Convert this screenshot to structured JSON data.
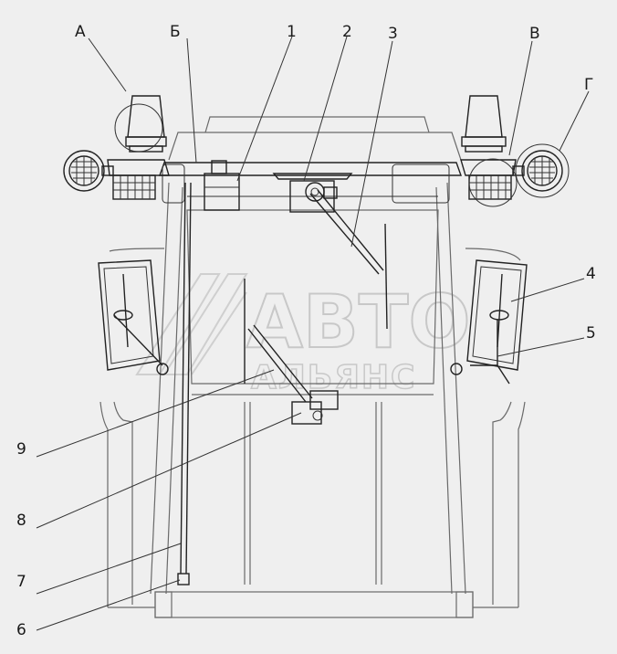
{
  "labels": {
    "A": "А",
    "B": "Б",
    "V": "В",
    "G": "Г",
    "n1": "1",
    "n2": "2",
    "n3": "3",
    "n4": "4",
    "n5": "5",
    "n6": "6",
    "n7": "7",
    "n8": "8",
    "n9": "9"
  },
  "watermark": {
    "line1": "АВТО",
    "line2": "АЛЬЯНС"
  },
  "colors": {
    "background": "#efefef",
    "linework": "#222222",
    "watermark": "#c8c8c8"
  }
}
